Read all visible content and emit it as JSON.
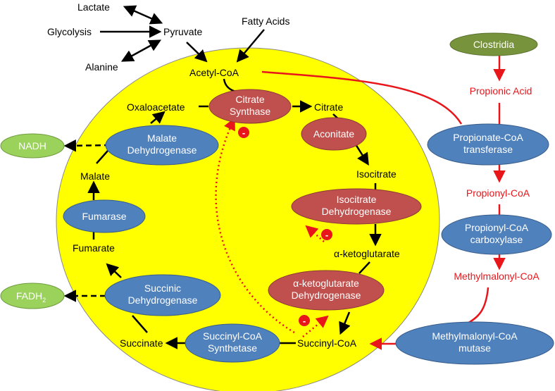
{
  "colors": {
    "cell": "#ffff00",
    "blue_enzyme": "#4f81bd",
    "red_enzyme": "#c0504d",
    "green_cofactor": "#9bd25b",
    "dark_green": "#77933c",
    "red_path": "#e8161b",
    "inhibitor": "#e8161b"
  },
  "substrates": {
    "lactate": "Lactate",
    "glycolysis": "Glycolysis",
    "alanine": "Alanine",
    "pyruvate": "Pyruvate",
    "fatty_acids": "Fatty Acids",
    "acetyl_coa": "Acetyl-CoA",
    "oxaloacetate": "Oxaloacetate",
    "citrate": "Citrate",
    "isocitrate": "Isocitrate",
    "alpha_kg": "α-ketoglutarate",
    "succinyl_coa": "Succinyl-CoA",
    "succinate": "Succinate",
    "fumarate": "Fumarate",
    "malate": "Malate"
  },
  "enzymes": {
    "citrate_synthase": [
      "Citrate",
      "Synthase"
    ],
    "aconitate": "Aconitate",
    "isocitrate_dh": [
      "Isocitrate",
      "Dehydrogenase"
    ],
    "akg_dh": [
      "α-ketoglutarate",
      "Dehydrogenase"
    ],
    "succinyl_coa_synthetase": [
      "Succinyl-CoA",
      "Synthetase"
    ],
    "succinic_dh": [
      "Succinic",
      "Dehydrogenase"
    ],
    "fumarase": "Fumarase",
    "malate_dh": [
      "Malate",
      "Dehydrogenase"
    ]
  },
  "cofactors": {
    "nadh": "NADH",
    "fadh2_base": "FADH",
    "fadh2_sub": "2"
  },
  "propionate_pathway": {
    "clostridia": "Clostridia",
    "propionic_acid": "Propionic Acid",
    "transferase": [
      "Propionate-CoA",
      "transferase"
    ],
    "propionyl_coa": "Propionyl-CoA",
    "carboxylase": [
      "Propionyl-CoA",
      "carboxylase"
    ],
    "methylmalonyl_coa": "Methylmalonyl-CoA",
    "mutase": [
      "Methylmalonyl-CoA",
      "mutase"
    ]
  },
  "inhibitor_symbol": "-"
}
